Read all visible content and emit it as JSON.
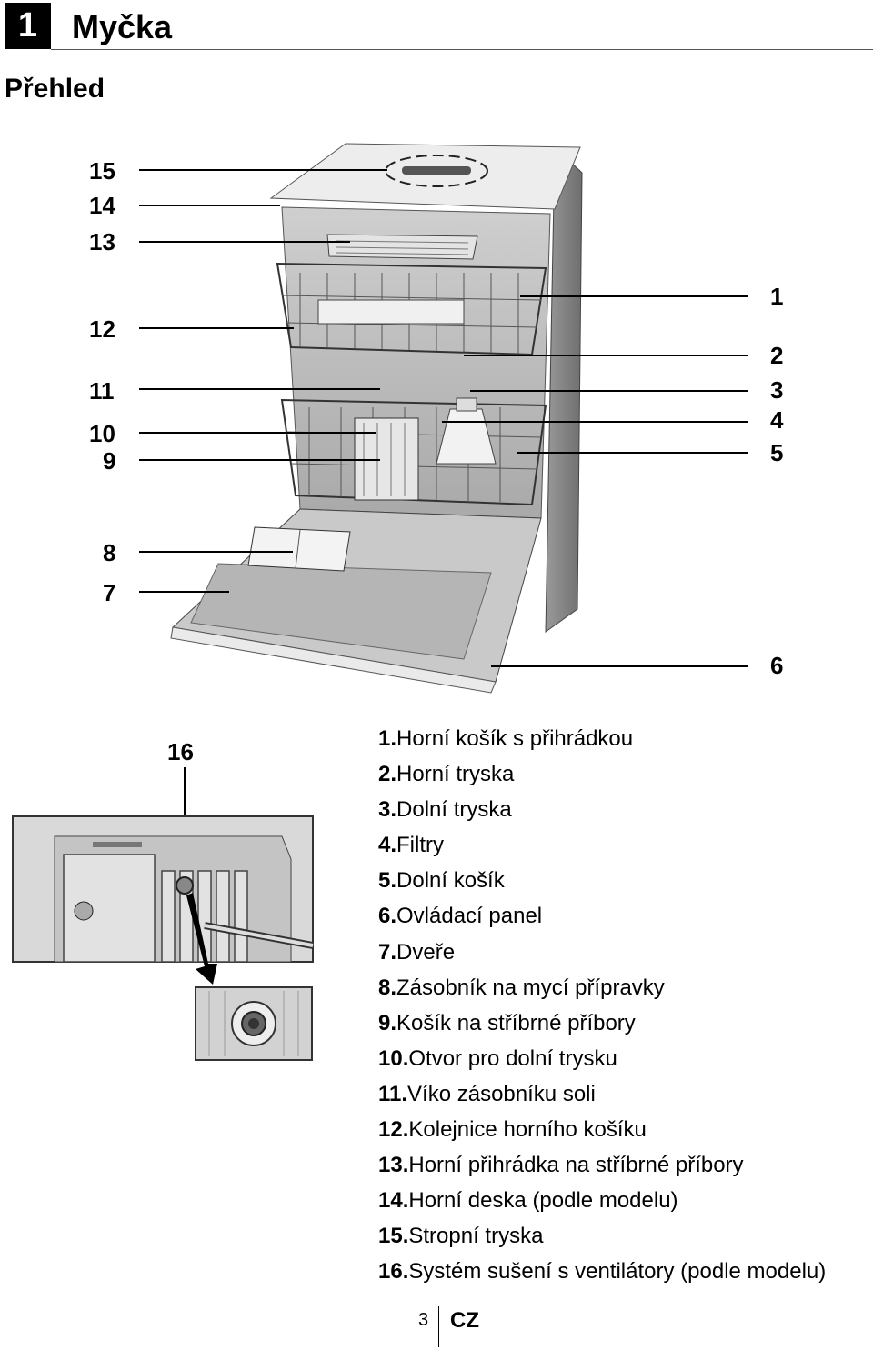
{
  "chapter": {
    "number": "1",
    "title": "Myčka"
  },
  "section": {
    "title": "Přehled"
  },
  "callouts_left": [
    "15",
    "14",
    "13",
    "12",
    "11",
    "10",
    "9",
    "8",
    "7"
  ],
  "callouts_right": [
    "1",
    "2",
    "3",
    "4",
    "5",
    "6"
  ],
  "detail_callout": "16",
  "legend": [
    {
      "num": "1.",
      "text": "Horní košík s přihrádkou"
    },
    {
      "num": "2.",
      "text": "Horní tryska"
    },
    {
      "num": "3.",
      "text": "Dolní tryska"
    },
    {
      "num": "4.",
      "text": "Filtry"
    },
    {
      "num": "5.",
      "text": "Dolní košík"
    },
    {
      "num": "6.",
      "text": "Ovládací panel"
    },
    {
      "num": "7.",
      "text": "Dveře"
    },
    {
      "num": "8.",
      "text": "Zásobník na mycí přípravky"
    },
    {
      "num": "9.",
      "text": "Košík na stříbrné příbory"
    },
    {
      "num": "10.",
      "text": "Otvor pro dolní trysku"
    },
    {
      "num": "11.",
      "text": "Víko zásobníku soli"
    },
    {
      "num": "12.",
      "text": "Kolejnice horního košíku"
    },
    {
      "num": "13.",
      "text": "Horní přihrádka na stříbrné příbory"
    },
    {
      "num": "14.",
      "text": "Horní deska (podle modelu)"
    },
    {
      "num": "15.",
      "text": "Stropní tryska"
    },
    {
      "num": "16.",
      "text": "Systém sušení s ventilátory (podle modelu)"
    }
  ],
  "footer": {
    "page": "3",
    "lang": "CZ"
  }
}
